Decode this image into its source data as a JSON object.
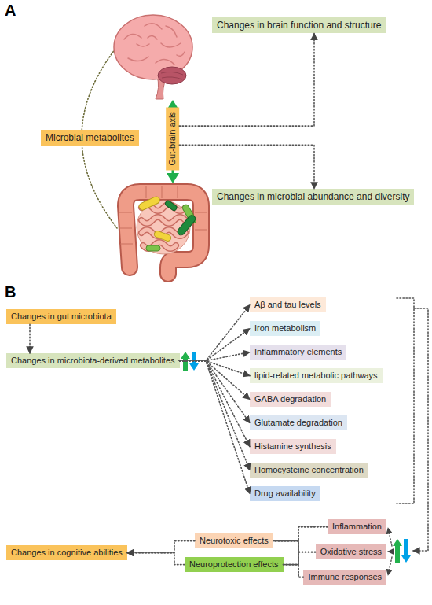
{
  "diagram": {
    "nodes": [
      {
        "text": [
          "Changes in brain function and structure"
        ]
      },
      {
        "text": [
          "Microbial metabolites"
        ]
      },
      {
        "text": [
          "Gut-brain axis"
        ]
      },
      {
        "text": [
          "Changes in microbial abundance and diversity"
        ]
      },
      {
        "text": [
          "Changes in gut microbiota"
        ]
      },
      {
        "text": [
          "Changes in microbiota-derived metabolites"
        ]
      },
      {
        "text": [
          "Aβ and tau levels"
        ]
      },
      {
        "text": [
          "Iron metabolism"
        ]
      },
      {
        "text": [
          "Inflammatory elements"
        ]
      },
      {
        "text": [
          "lipid-related metabolic pathways"
        ]
      },
      {
        "text": [
          "GABA degradation"
        ]
      },
      {
        "text": [
          "Glutamate degradation"
        ]
      },
      {
        "text": [
          "Histamine synthesis"
        ]
      },
      {
        "text": [
          "Homocysteine concentration"
        ]
      },
      {
        "text": [
          "Drug availability"
        ]
      },
      {
        "text": [
          "Inflammation"
        ]
      },
      {
        "text": [
          "Oxidative stress"
        ]
      },
      {
        "text": [
          "Immune responses"
        ]
      },
      {
        "text": [
          "Neurotoxic effects"
        ]
      },
      {
        "text": [
          "Neuroprotection effects"
        ]
      },
      {
        "text": [
          "Changes in cognitive abilities"
        ]
      }
    ],
    "edges": [
      {
        "from": 2,
        "to": 0,
        "arrow": "to"
      },
      {
        "from": 2,
        "to": 3,
        "arrow": "to"
      },
      {
        "from": 4,
        "to": 5,
        "arrow": "to"
      },
      {
        "from": 5,
        "to": 6,
        "arrow": "to"
      },
      {
        "from": 5,
        "to": 7,
        "arrow": "to"
      },
      {
        "from": 5,
        "to": 8,
        "arrow": "to"
      },
      {
        "from": 5,
        "to": 9,
        "arrow": "to"
      },
      {
        "from": 5,
        "to": 10,
        "arrow": "to"
      },
      {
        "from": 5,
        "to": 11,
        "arrow": "to"
      },
      {
        "from": 5,
        "to": 12,
        "arrow": "to"
      },
      {
        "from": 5,
        "to": 13,
        "arrow": "to"
      },
      {
        "from": 5,
        "to": 14,
        "arrow": "to"
      },
      {
        "from": 15,
        "to": 18,
        "arrow": "none"
      },
      {
        "from": 15,
        "to": 19,
        "arrow": "none"
      },
      {
        "from": 16,
        "to": 18,
        "arrow": "none"
      },
      {
        "from": 16,
        "to": 19,
        "arrow": "none"
      },
      {
        "from": 17,
        "to": 18,
        "arrow": "none"
      },
      {
        "from": 17,
        "to": 19,
        "arrow": "none"
      },
      {
        "from": 18,
        "to": 20,
        "arrow": "to"
      },
      {
        "from": 19,
        "to": 20,
        "arrow": "to"
      }
    ],
    "labels": [
      "A",
      "B"
    ]
  }
}
